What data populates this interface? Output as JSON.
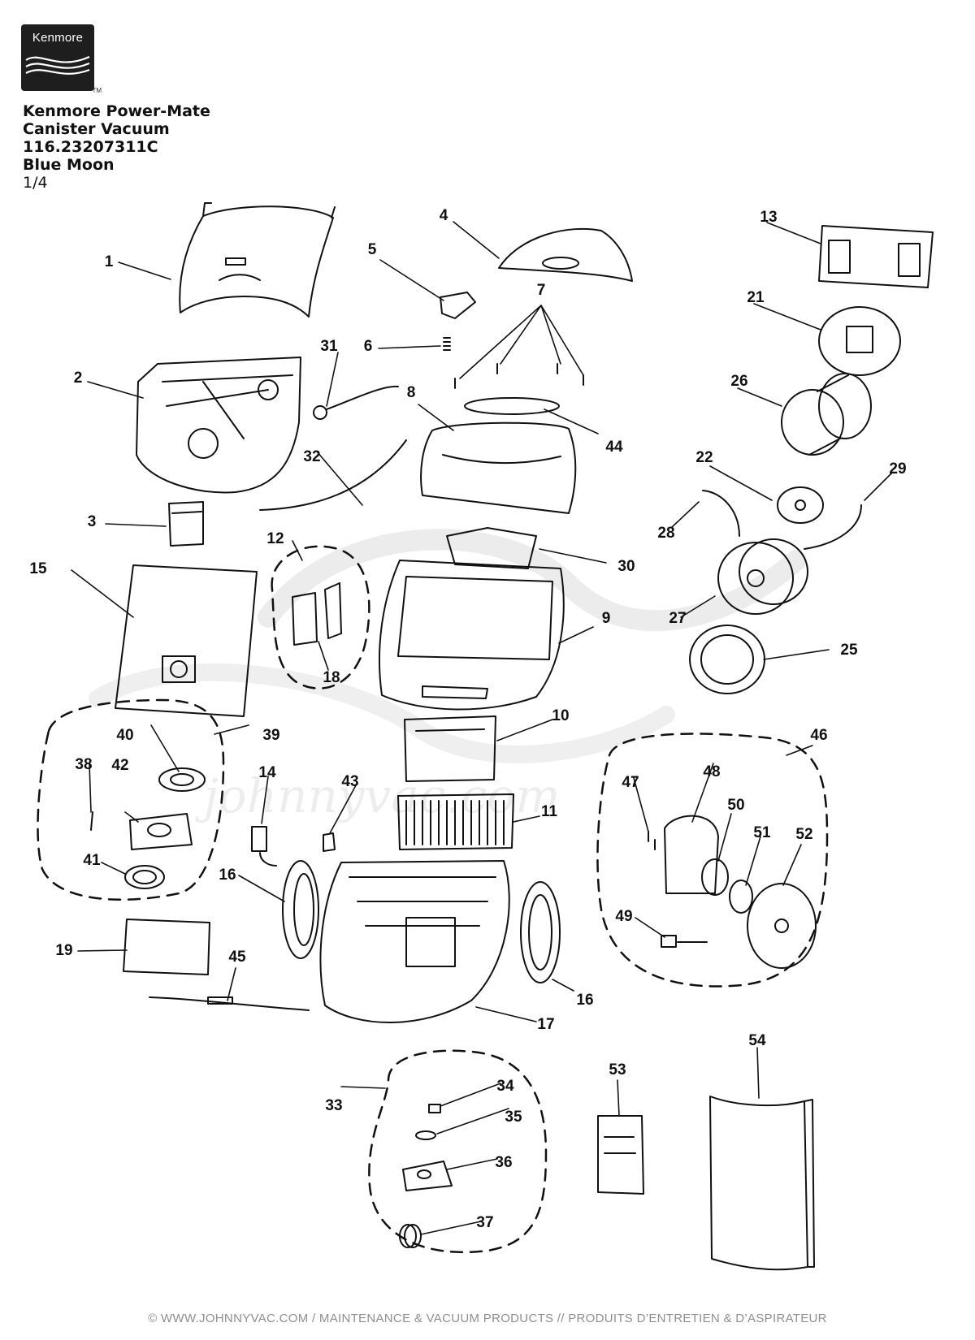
{
  "logo": {
    "brand": "Kenmore",
    "trademark": "TM"
  },
  "title": {
    "line1": "Kenmore Power-Mate",
    "line2": "Canister Vacuum",
    "line3": "116.23207311C",
    "line4": "Blue Moon",
    "page": "1/4"
  },
  "watermark": {
    "text": "johnnyvac.com"
  },
  "callouts": {
    "c1": "1",
    "c2": "2",
    "c3": "3",
    "c4": "4",
    "c5": "5",
    "c6": "6",
    "c7": "7",
    "c8": "8",
    "c9": "9",
    "c10": "10",
    "c11": "11",
    "c12": "12",
    "c13": "13",
    "c14": "14",
    "c15": "15",
    "c16a": "16",
    "c16b": "16",
    "c17": "17",
    "c18": "18",
    "c19": "19",
    "c21": "21",
    "c22": "22",
    "c25": "25",
    "c26": "26",
    "c27": "27",
    "c28": "28",
    "c29": "29",
    "c30": "30",
    "c31": "31",
    "c32": "32",
    "c33": "33",
    "c34": "34",
    "c35": "35",
    "c36": "36",
    "c37": "37",
    "c38": "38",
    "c39": "39",
    "c40": "40",
    "c41": "41",
    "c42": "42",
    "c43": "43",
    "c44": "44",
    "c45": "45",
    "c46": "46",
    "c47": "47",
    "c48": "48",
    "c49": "49",
    "c50": "50",
    "c51": "51",
    "c52": "52",
    "c53": "53",
    "c54": "54"
  },
  "footer": "© WWW.JOHNNYVAC.COM / MAINTENANCE & VACUUM PRODUCTS  //  PRODUITS D’ENTRETIEN & D’ASPIRATEUR",
  "colors": {
    "ink": "#111111",
    "watermark": "#e2e2e2",
    "footer": "#8f8f8f",
    "logo_bg": "#1e1e1e"
  }
}
